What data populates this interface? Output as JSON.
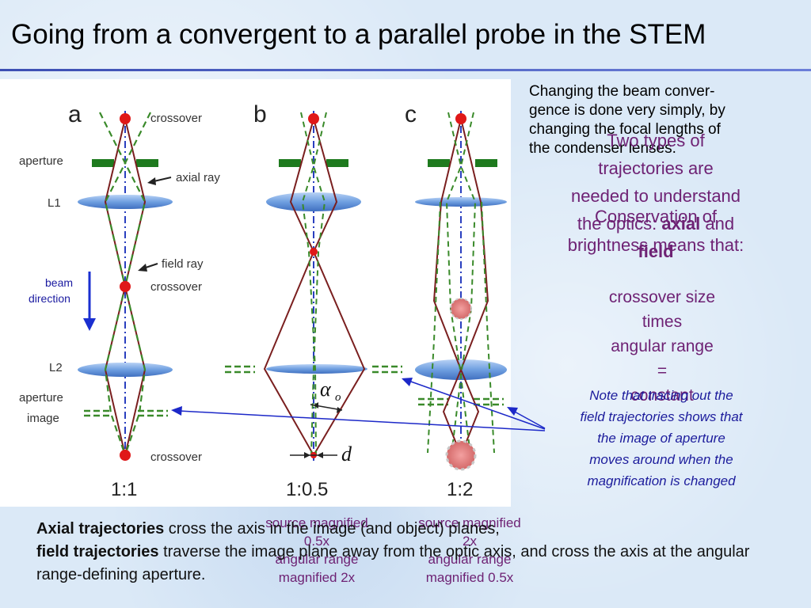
{
  "slide": {
    "title": "Going from a convergent to a parallel probe in the STEM"
  },
  "diagram": {
    "panels": [
      {
        "letter": "a",
        "ratio": "1:1"
      },
      {
        "letter": "b",
        "ratio": "1:0.5"
      },
      {
        "letter": "c",
        "ratio": "1:2"
      }
    ],
    "labels": {
      "crossover_top": "crossover",
      "aperture": "aperture",
      "axial_ray": "axial ray",
      "l1": "L1",
      "field_ray": "field ray",
      "crossover_mid": "crossover",
      "beam": "beam",
      "direction": "direction",
      "l2": "L2",
      "aperture_image_1": "aperture",
      "aperture_image_2": "image",
      "crossover_bottom": "crossover",
      "alpha_symbol": "α",
      "alpha_subscript": "o",
      "d_symbol": "d"
    },
    "colors": {
      "axial_ray": "#7a1f1f",
      "field_ray": "#3a8a2a",
      "aperture": "#1e7a1e",
      "lens": "#6f9fe0",
      "crossover": "#e01818",
      "axis": "#2a3fbf"
    }
  },
  "right_text": {
    "convergence_line1": "Changing the beam conver-",
    "convergence_line2": "gence is done very simply, by",
    "convergence_line3": "changing the focal lengths of",
    "convergence_line4": "the condenser lenses.",
    "two_types_line1": "Two types of",
    "two_types_line2": "trajectories are",
    "two_types_line3": "needed to understand",
    "two_types_line4a": "the optics: ",
    "two_types_axial": "axial",
    "two_types_and": " and",
    "two_types_field": "field",
    "conservation_line1": "Conservation of",
    "conservation_line2": "brightness means that:",
    "crossover_line1": "crossover size",
    "crossover_line2": "times",
    "crossover_line3": "angular range",
    "crossover_line4": "=",
    "crossover_line5": "constant"
  },
  "note": {
    "line1": "Note that tracing out the",
    "line2": "field trajectories shows that",
    "line3": "the image of aperture",
    "line4": "moves around when the",
    "line5": "magnification is changed"
  },
  "captions": {
    "left_line1": "source magnified",
    "left_line2": "0.5x",
    "left_line3": "angular range",
    "left_line4": "magnified 2x",
    "right_line1": "source magnified",
    "right_line2": "2x",
    "right_line3": "angular range",
    "right_line4": "magnified 0.5x"
  },
  "bottom": {
    "axial_bold": "Axial trajectories",
    "axial_rest": " cross the axis in the image (and object) planes,",
    "field_bold": "field trajectories",
    "field_rest": " traverse the image plane away from the optic axis, and cross the axis at the angular range-defining aperture."
  }
}
